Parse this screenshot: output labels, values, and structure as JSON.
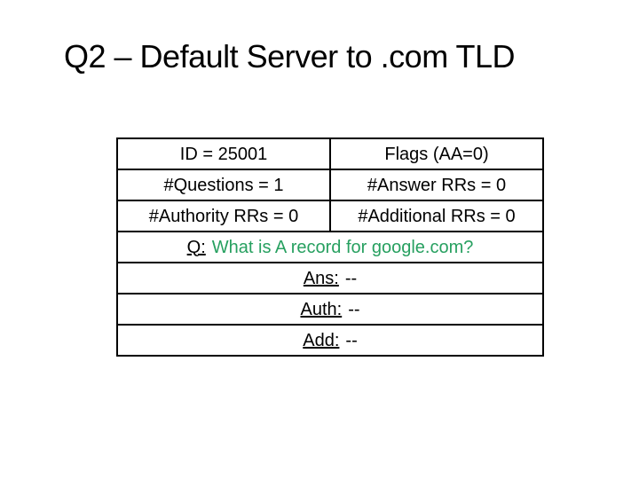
{
  "slide": {
    "title": "Q2 – Default Server to .com TLD"
  },
  "colors": {
    "background": "#FFFFFF",
    "text": "#000000",
    "table_border": "#000000",
    "question_green": "#27A060"
  },
  "dns_table": {
    "header_rows": [
      {
        "cells": [
          "ID = 25001",
          "Flags (AA=0)"
        ]
      },
      {
        "cells": [
          "#Questions = 1",
          "#Answer RRs = 0"
        ]
      },
      {
        "cells": [
          "#Authority RRs = 0",
          "#Additional RRs = 0"
        ]
      }
    ],
    "qa_rows": [
      {
        "label": "Q:",
        "value": "What is A record for google.com?",
        "highlight": true
      },
      {
        "label": "Ans:",
        "value": "--",
        "highlight": false
      },
      {
        "label": "Auth:",
        "value": "--",
        "highlight": false
      },
      {
        "label": "Add:",
        "value": "--",
        "highlight": false
      }
    ]
  }
}
